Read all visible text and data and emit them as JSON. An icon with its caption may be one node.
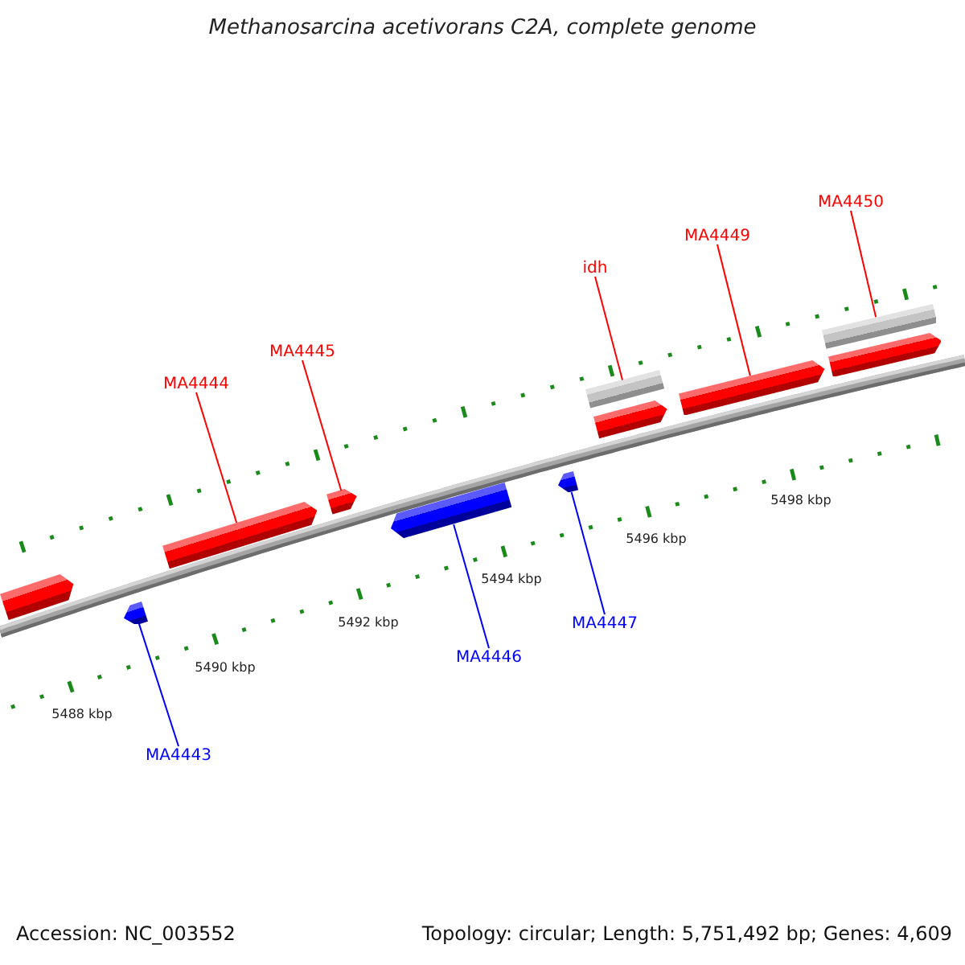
{
  "diagram": {
    "title": "Methanosarcina acetivorans C2A, complete genome",
    "nodes": [
      {
        "text": [
          "MA4444"
        ]
      },
      {
        "text": [
          "MA4445"
        ]
      },
      {
        "text": [
          "idh"
        ]
      },
      {
        "text": [
          "MA4449"
        ]
      },
      {
        "text": [
          "MA4450"
        ]
      },
      {
        "text": [
          "MA4443"
        ]
      },
      {
        "text": [
          "MA4446"
        ]
      },
      {
        "text": [
          "MA4447"
        ]
      },
      {
        "text": [],
        "shape": "bar"
      },
      {
        "text": [],
        "shape": "bar"
      },
      {
        "text": [],
        "shape": "bar"
      },
      {
        "text": [],
        "shape": "bar"
      },
      {
        "text": [],
        "shape": "bar"
      },
      {
        "text": [],
        "shape": "bar"
      },
      {
        "text": [],
        "shape": "bar"
      },
      {
        "text": [],
        "shape": "bar"
      },
      {
        "text": [],
        "shape": "bar"
      },
      {
        "text": [],
        "shape": "bar"
      },
      {
        "text": [],
        "shape": "bar"
      }
    ],
    "edges": [
      {
        "from": 0,
        "to": 10,
        "arrow": "none"
      },
      {
        "from": 1,
        "to": 11,
        "arrow": "none"
      },
      {
        "from": 2,
        "to": 14,
        "arrow": "none"
      },
      {
        "from": 3,
        "to": 16,
        "arrow": "none"
      },
      {
        "from": 4,
        "to": 17,
        "arrow": "none"
      },
      {
        "from": 5,
        "to": 9,
        "arrow": "none",
        "color": "#0000ff"
      },
      {
        "from": 6,
        "to": 12,
        "arrow": "none",
        "color": "#0000ff"
      },
      {
        "from": 7,
        "to": 13,
        "arrow": "none",
        "color": "#0000ff"
      }
    ],
    "labels": [
      "5488 kbp",
      "5490 kbp",
      "5492 kbp",
      "5494 kbp",
      "5496 kbp",
      "5498 kbp",
      "Accession: NC_003552",
      "Topology: circular; Length: 5,751,492 bp; Genes: 4,609"
    ]
  }
}
